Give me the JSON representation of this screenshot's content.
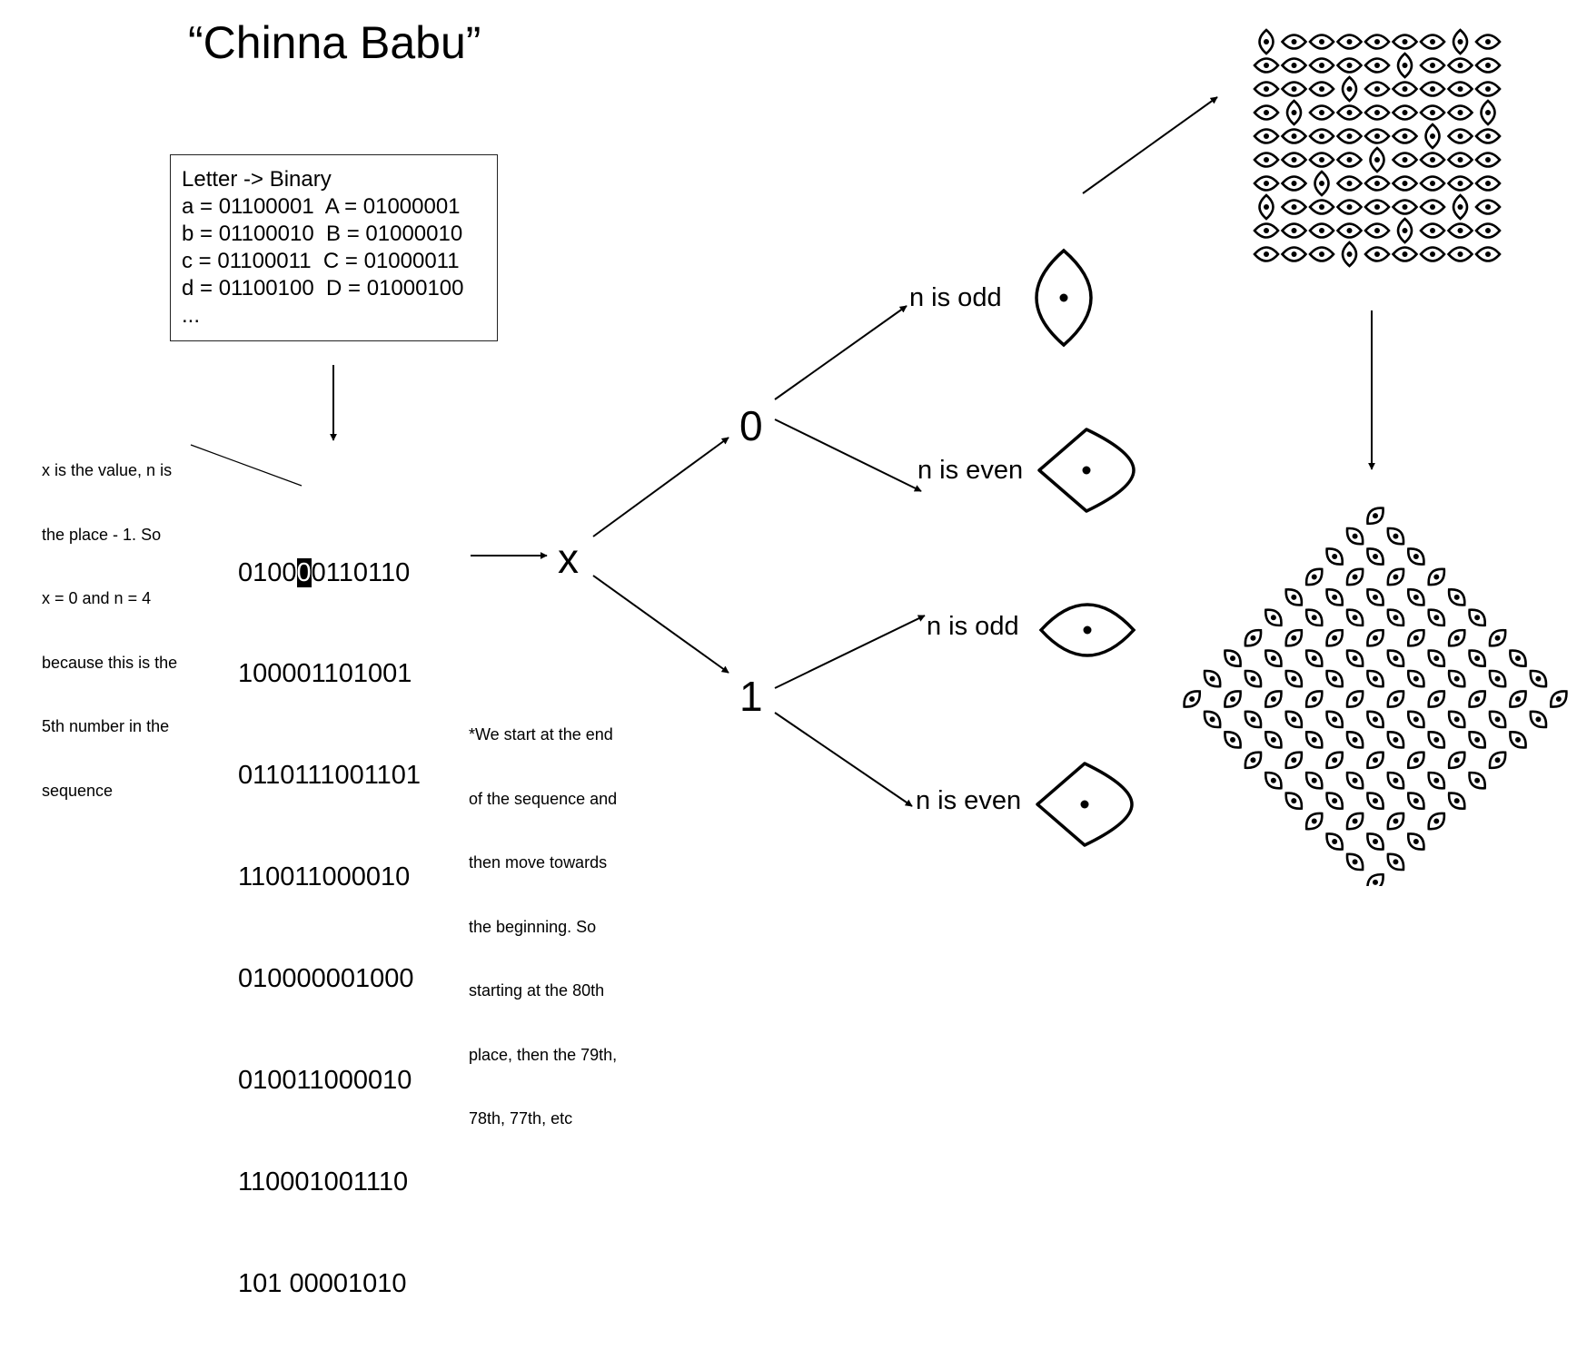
{
  "title": "“Chinna Babu”",
  "table": {
    "lines": [
      "Letter -> Binary",
      "a = 01100001  A = 01000001",
      "b = 01100010  B = 01000010",
      "c = 01100011  C = 01000011",
      "d = 01100100  D = 01000100",
      "..."
    ]
  },
  "note_left": {
    "lines": [
      "x is the value, n is",
      "the place - 1. So",
      "x = 0 and n = 4",
      "because this is the",
      "5th number in the",
      "sequence"
    ]
  },
  "sequence": {
    "first_pre": "0100",
    "first_highlight": "0",
    "first_post": "0110110",
    "rows": [
      "100001101001",
      "0110111001101",
      "110011000010",
      "010000001000",
      "010011000010",
      "110001001110",
      "101 00001010"
    ]
  },
  "note_bottom": {
    "lines": [
      "*We start at the end",
      "of the sequence and",
      "then move towards",
      "the beginning. So",
      "starting at the 80th",
      "place, then the 79th,",
      "78th, 77th, etc"
    ]
  },
  "nodes": {
    "x": "x",
    "zero": "0",
    "one": "1"
  },
  "conditions": {
    "zero_odd": "n is odd",
    "zero_even": "n is even",
    "one_odd": "n is odd",
    "one_even": "n is even"
  },
  "icons": {
    "zero_odd": "vertical-eye-icon",
    "zero_even": "cone-eye-icon",
    "one_odd": "horizontal-eye-icon",
    "one_even": "cone-eye-icon"
  },
  "patterns": [
    "kolam-grid-pattern",
    "kolam-diamond-pattern"
  ]
}
